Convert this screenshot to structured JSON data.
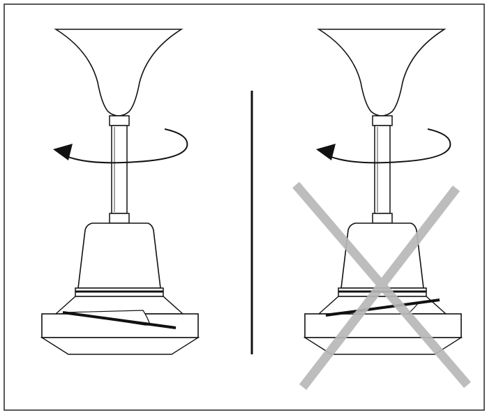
{
  "figure": {
    "panels": [
      {
        "id": "correct",
        "rotation_arrow": "counterclockwise",
        "blade_bracket": "aligned",
        "crossed_out": false
      },
      {
        "id": "incorrect",
        "rotation_arrow": "counterclockwise",
        "blade_bracket": "misaligned",
        "crossed_out": true
      }
    ],
    "colors": {
      "line": "#111111",
      "fill": "#ffffff",
      "cross": "#b8b8b8",
      "background": "#ffffff"
    }
  }
}
